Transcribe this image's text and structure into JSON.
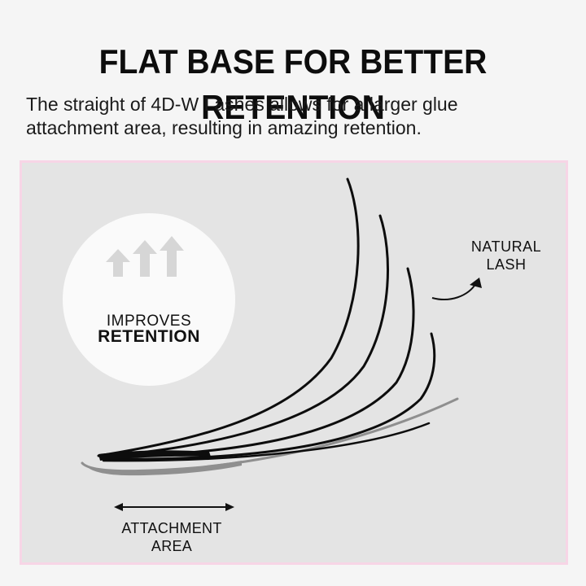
{
  "headline": "FLAT BASE FOR BETTER RETENTION",
  "subtext": {
    "line1": "The straight of 4D-W Lashes allows for a larger glue",
    "line2": "attachment area, resulting in amazing retention."
  },
  "badge": {
    "line1": "IMPROVES",
    "line2": "RETENTION",
    "icon": "up-arrows-icon"
  },
  "labels": {
    "natural_line1": "NATURAL",
    "natural_line2": "LASH",
    "attachment_line1": "ATTACHMENT",
    "attachment_line2": "AREA"
  },
  "colors": {
    "background": "#f5f5f5",
    "panel": "#e4e4e4",
    "panel_border": "#f7d5e6",
    "lash": "#0d0d0d",
    "natural_lash": "#8f8f8f",
    "arrow_icon": "#d6d6d6"
  }
}
